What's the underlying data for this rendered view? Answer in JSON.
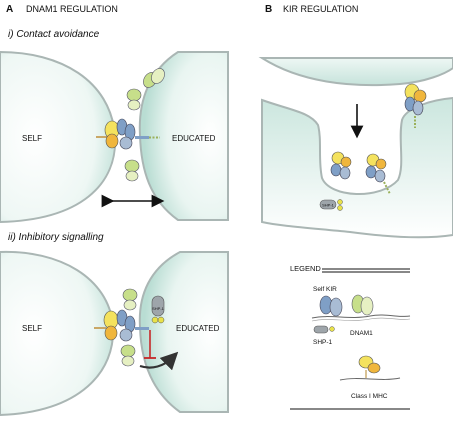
{
  "panel_a": {
    "letter": "A",
    "title": "DNAM1 REGULATION",
    "sub1": "i) Contact avoidance",
    "sub2": "ii) Inhibitory signalling",
    "self_label": "SELF",
    "educated_label": "EDUCATED",
    "shp_label": "SHP-1"
  },
  "panel_b": {
    "letter": "B",
    "title": "KIR REGULATION",
    "shp_label": "SHP-1"
  },
  "legend": {
    "title": "LEGEND",
    "self_kir": "Self KIR",
    "dnam1": "DNAM1",
    "shp1": "SHP-1",
    "mhc": "Class I MHC"
  },
  "colors": {
    "cell_teal": "#cfe8e1",
    "membrane_grey": "#b9c2c4",
    "kir_blue": "#7f9fc6",
    "dnam1_green": "#c7df8a",
    "mhc_yellow": "#f4e25e",
    "mhc_orange": "#f0b63c",
    "shp_grey": "#9ea5aa",
    "inhibit_red": "#c62828"
  }
}
